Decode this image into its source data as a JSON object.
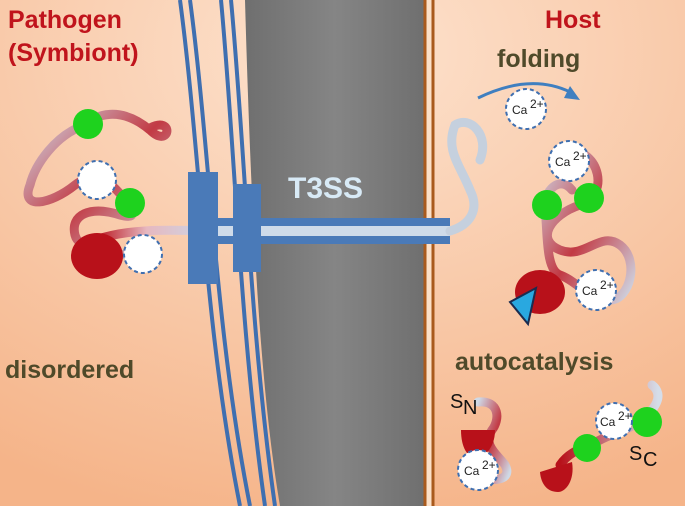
{
  "labels": {
    "pathogen": "Pathogen",
    "symbiont": "(Symbiont)",
    "host": "Host",
    "folding": "folding",
    "t3ss": "T3SS",
    "disordered": "disordered",
    "autocatalysis": "autocatalysis",
    "ca": "Ca",
    "ca_sup": "2+",
    "s": "S",
    "n_sub": "N",
    "c_sub": "C"
  },
  "colors": {
    "background": "#f7c39e",
    "wall": "#7a7a7a",
    "membrane": "#3f6fb0",
    "host_membrane": "#a95a1d",
    "red_label": "#c0141c",
    "olive_label": "#4f4a2a",
    "t3ss_label": "#d8eaf6",
    "chain_red": "#b8111a",
    "chain_blue": "#c9d6e4",
    "green_ball": "#1ed21e",
    "calcium_ball": "#ffffff",
    "arrow": "#3f7fc0",
    "triangle": "#29a8e0"
  }
}
